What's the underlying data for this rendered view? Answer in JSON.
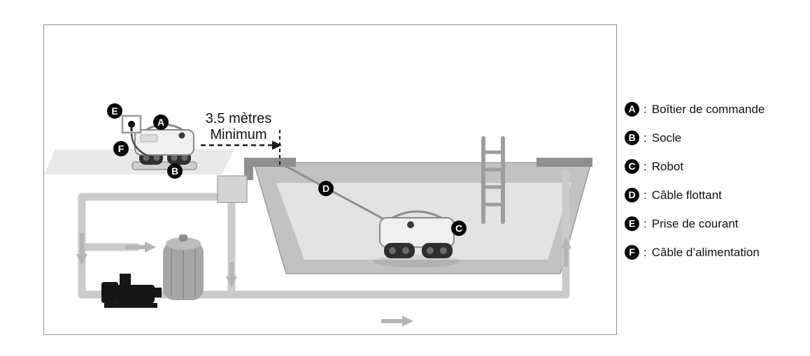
{
  "diagram": {
    "measurement_line1": "3.5 mètres",
    "measurement_line2": "Minimum",
    "badges": {
      "a": "A",
      "b": "B",
      "c": "C",
      "d": "D",
      "e": "E",
      "f": "F"
    }
  },
  "legend": {
    "separator": ":",
    "items": [
      {
        "letter": "A",
        "label": "Boîtier de commande"
      },
      {
        "letter": "B",
        "label": "Socle"
      },
      {
        "letter": "C",
        "label": "Robot"
      },
      {
        "letter": "D",
        "label": "Câble flottant"
      },
      {
        "letter": "E",
        "label": "Prise de courant"
      },
      {
        "letter": "F",
        "label": "Câble d’alimentation"
      }
    ]
  }
}
